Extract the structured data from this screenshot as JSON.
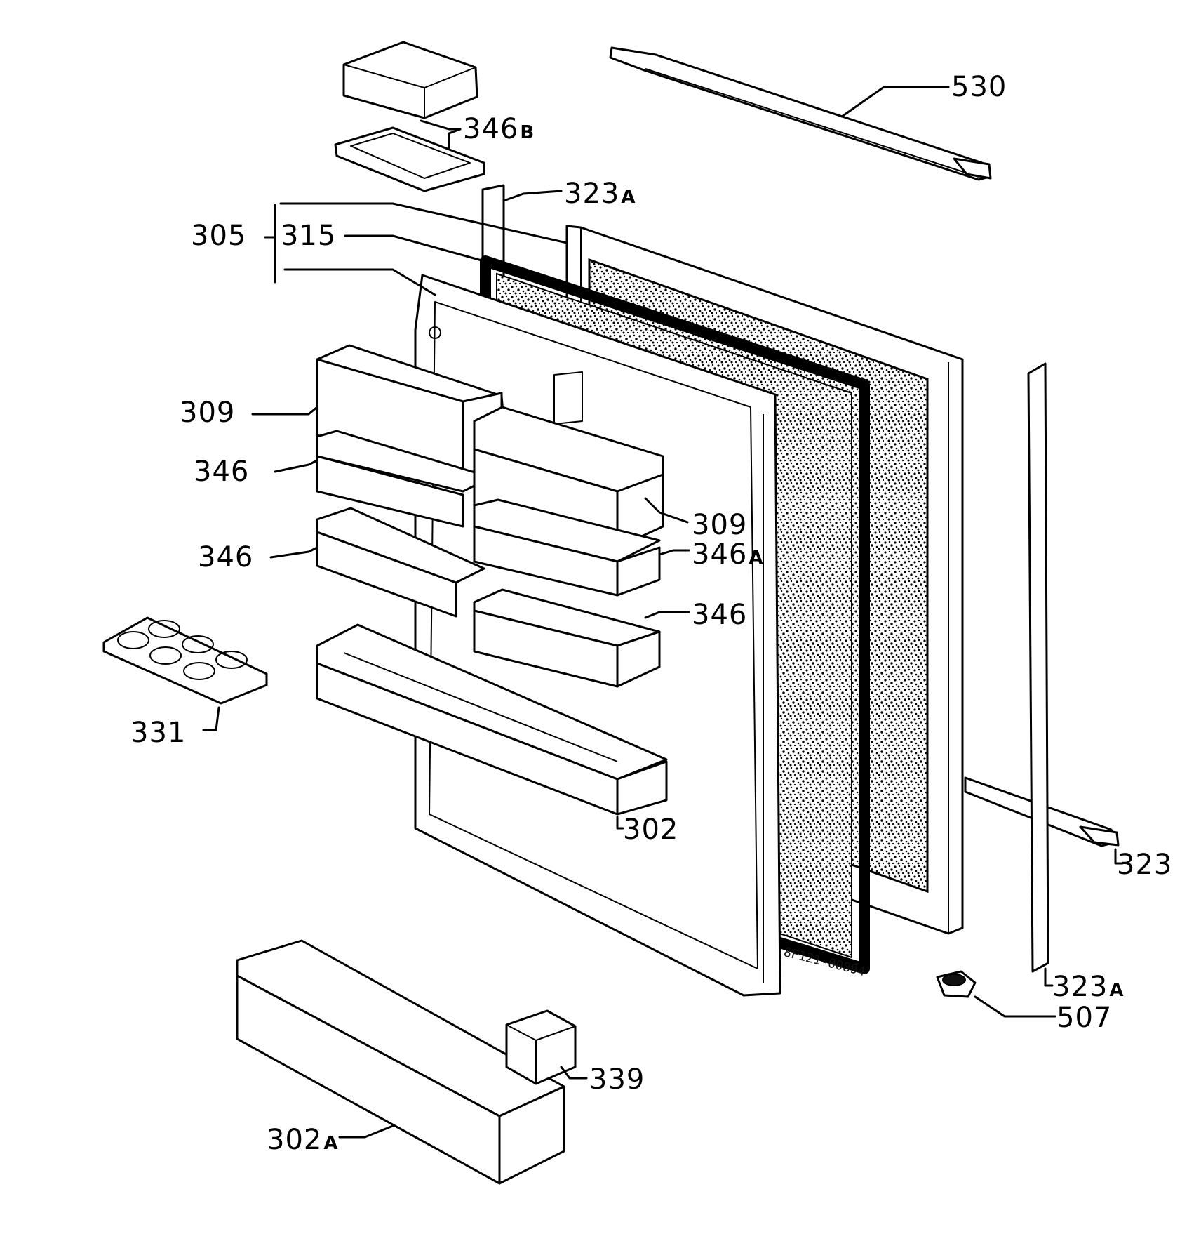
{
  "callouts": {
    "p530": "530",
    "p346b_num": "346",
    "p346b_suf": "B",
    "p323a_top_num": "323",
    "p323a_top_suf": "A",
    "p305": "305",
    "p315": "315",
    "p309_left": "309",
    "p346_a": "346",
    "p309_right": "309",
    "p346a_num": "346",
    "p346a_suf": "A",
    "p346_b": "346",
    "p346_c": "346",
    "p331": "331",
    "p302": "302",
    "p323": "323",
    "p323a_bot_num": "323",
    "p323a_bot_suf": "A",
    "p507": "507",
    "p339": "339",
    "p302a_num": "302",
    "p302a_suf": "A"
  },
  "stamp": "8F121-00894",
  "colors": {
    "ink": "#000000",
    "paper": "#ffffff",
    "foam": "#222222"
  }
}
